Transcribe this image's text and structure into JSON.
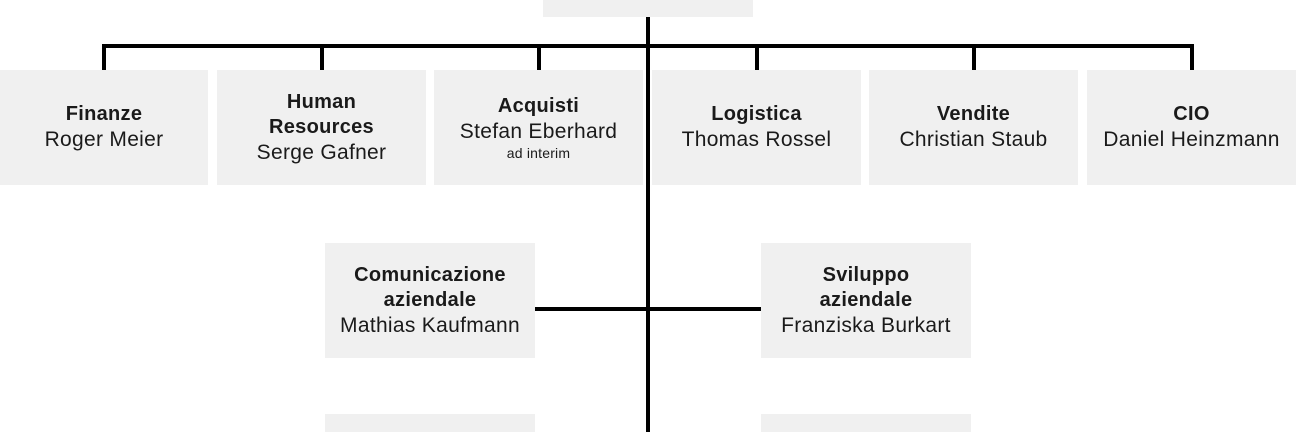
{
  "diagram_type": "org-chart",
  "colors": {
    "box_bg": "#f0f0f0",
    "text": "#1a1a1a",
    "line": "#000000",
    "page_bg": "#ffffff"
  },
  "root": {
    "label": ""
  },
  "row1": [
    {
      "title": "Finanze",
      "name": "Roger Meier"
    },
    {
      "title": "Human\nResources",
      "name": "Serge Gafner"
    },
    {
      "title": "Acquisti",
      "name": "Stefan Eberhard",
      "note": "ad interim"
    },
    {
      "title": "Logistica",
      "name": "Thomas Rossel"
    },
    {
      "title": "Vendite",
      "name": "Christian Staub"
    },
    {
      "title": "CIO",
      "name": "Daniel Heinzmann"
    }
  ],
  "row2": [
    {
      "title": "Comunicazione\naziendale",
      "name": "Mathias Kaufmann"
    },
    {
      "title": "Sviluppo\naziendale",
      "name": "Franziska Burkart"
    }
  ]
}
